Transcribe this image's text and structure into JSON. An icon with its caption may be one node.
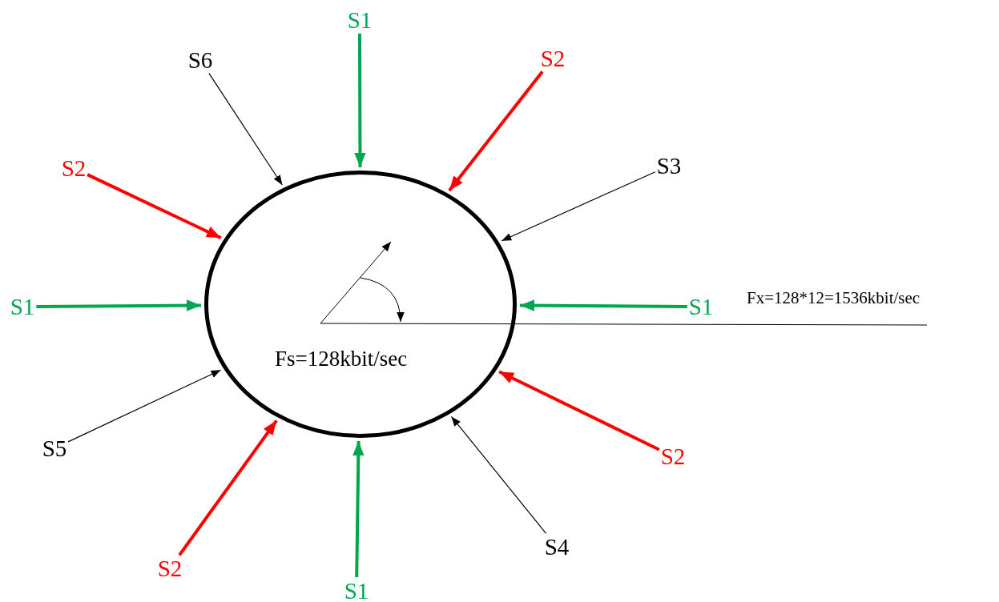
{
  "diagram": {
    "nodes": [
      {
        "text": [
          "Fs=128kbit/sec"
        ]
      },
      {
        "text": [
          "S1"
        ]
      },
      {
        "text": [
          "S6"
        ]
      },
      {
        "text": [
          "S2"
        ]
      },
      {
        "text": [
          "S2"
        ]
      },
      {
        "text": [
          "S3"
        ]
      },
      {
        "text": [
          "S1"
        ]
      },
      {
        "text": [
          "S1"
        ]
      },
      {
        "text": [
          "S5"
        ]
      },
      {
        "text": [
          "S2"
        ]
      },
      {
        "text": [
          "S4"
        ]
      },
      {
        "text": [
          "S2"
        ]
      },
      {
        "text": [
          "S1"
        ]
      }
    ],
    "edges": [
      {
        "from": 1,
        "to": 0,
        "arrow": "to",
        "color": "#00a650"
      },
      {
        "from": 2,
        "to": 0,
        "arrow": "to",
        "color": "#000000"
      },
      {
        "from": 3,
        "to": 0,
        "arrow": "to",
        "color": "#ff0000"
      },
      {
        "from": 4,
        "to": 0,
        "arrow": "to",
        "color": "#ff0000"
      },
      {
        "from": 5,
        "to": 0,
        "arrow": "to",
        "color": "#000000"
      },
      {
        "from": 6,
        "to": 0,
        "arrow": "to",
        "color": "#00a650"
      },
      {
        "from": 7,
        "to": 0,
        "arrow": "to",
        "color": "#00a650"
      },
      {
        "from": 8,
        "to": 0,
        "arrow": "to",
        "color": "#000000"
      },
      {
        "from": 9,
        "to": 0,
        "arrow": "to",
        "color": "#ff0000"
      },
      {
        "from": 10,
        "to": 0,
        "arrow": "to",
        "color": "#000000"
      },
      {
        "from": 11,
        "to": 0,
        "arrow": "to",
        "color": "#ff0000"
      },
      {
        "from": 12,
        "to": 0,
        "arrow": "to",
        "color": "#00a650"
      }
    ],
    "labels": [
      "Fx=128*12=1536kbit/sec"
    ]
  }
}
